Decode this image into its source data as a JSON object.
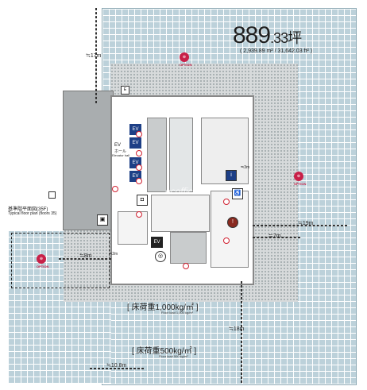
{
  "floor_area": {
    "tsubo_value": "889",
    "tsubo_decimal": ".33",
    "tsubo_unit": "坪",
    "m2_text": "( 2,939.89 m² / 31,642.03 ft² )"
  },
  "load_ratings": {
    "inner": {
      "text": "[ 床荷重1,000kg/㎡ ]",
      "sub": "Floor load 1,000 kg/m²"
    },
    "outer": {
      "text": "[ 床荷重500kg/㎡ ]",
      "sub": "Floor load 500 kg/m²"
    }
  },
  "dimensions": {
    "top_left": "≒17m",
    "right_upper": "≒19m",
    "right_mid": "≒7m",
    "right_lower": "≒18m",
    "left_mid": "≒8m",
    "bottom": "≒10.8m",
    "small_a": "≒2m",
    "small_b": "≒3m"
  },
  "labels": {
    "typical_floor_jp": "基準階平面図(35F)",
    "typical_floor_en": "Typical floor plan (floors 35)",
    "ev_hall_jp": "EV",
    "ev_hall_sub": "ホール",
    "ev_hall_en": "Elevator hall",
    "ev_car": "EV",
    "option": "OPTION",
    "watermark": "ecoffice"
  },
  "colors": {
    "office_area": "#bcd1da",
    "core_gray": "#c9cccd",
    "wing_gray": "#a9adaf",
    "elevator_blue": "#1d3f86",
    "option_red": "#c82048"
  }
}
